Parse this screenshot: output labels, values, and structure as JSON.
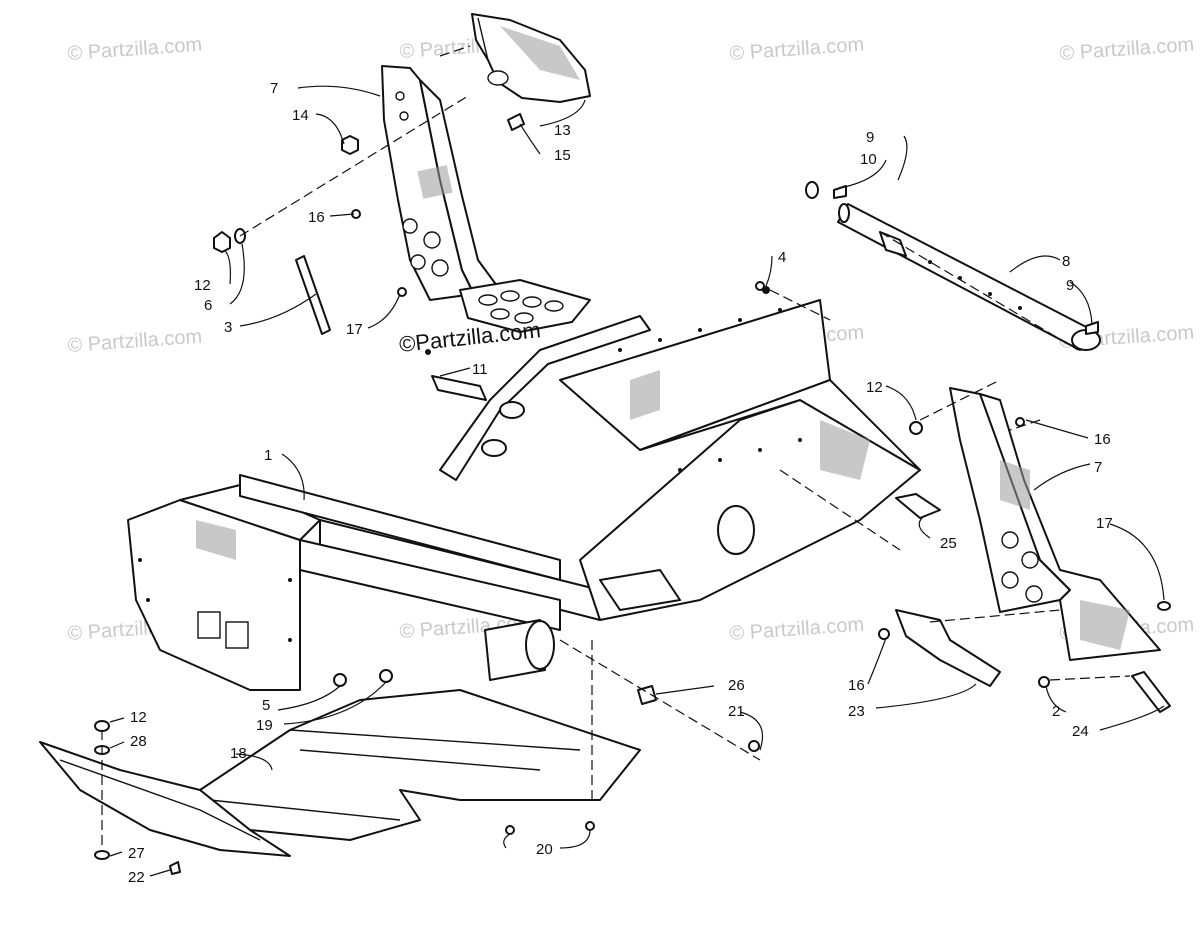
{
  "watermark": {
    "text": "© Partzilla.com",
    "center_text": "©Partzilla.com"
  },
  "callouts": [
    "1",
    "2",
    "3",
    "4",
    "5",
    "6",
    "7",
    "7",
    "8",
    "9",
    "9",
    "10",
    "11",
    "12",
    "12",
    "12",
    "13",
    "14",
    "15",
    "16",
    "16",
    "16",
    "17",
    "17",
    "18",
    "19",
    "20",
    "21",
    "22",
    "23",
    "24",
    "25",
    "26",
    "27",
    "28"
  ],
  "colors": {
    "line": "#111111",
    "watermark": "#c9c9c9",
    "background": "#ffffff"
  }
}
